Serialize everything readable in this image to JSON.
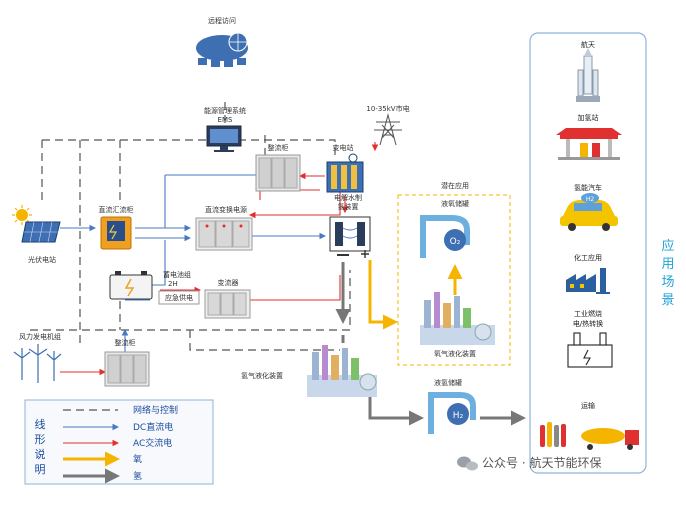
{
  "nodes": {
    "remote": "远程访问",
    "ems_line1": "能源管理系统",
    "ems_line2": "EMS",
    "rectifier_top": "整流柜",
    "substation": "变电站",
    "grid": "10-35kV市电",
    "pv": "光伏电站",
    "dc_combiner": "直流汇流柜",
    "dcdc": "直流变换电源",
    "electrolyzer_line1": "电解水制",
    "electrolyzer_line2": "氢装置",
    "battery_line1": "蓄电池组",
    "battery_line2": "2H",
    "emergency": "应急供电",
    "inverter": "变流器",
    "wind": "风力发电机组",
    "rectifier_bottom": "整流柜",
    "h2_liquefy": "氢气液化装置",
    "h2_tank": "液氢储罐",
    "potential_title": "潜在应用",
    "o2_tank": "液氧储罐",
    "o2_liquefy": "氧气液化装置",
    "o2_symbol": "O₂",
    "h2_symbol": "H₂"
  },
  "legend": {
    "side": [
      "线",
      "形",
      "说",
      "明"
    ],
    "items": [
      {
        "label": "网络与控制",
        "style": "dashed",
        "color": "#555555"
      },
      {
        "label": "DC直流电",
        "style": "thin",
        "color": "#4a78c4"
      },
      {
        "label": "AC交流电",
        "style": "thin",
        "color": "#e03030"
      },
      {
        "label": "氧",
        "style": "thick",
        "color": "#f5b400"
      },
      {
        "label": "氢",
        "style": "thick",
        "color": "#777777"
      }
    ]
  },
  "applications": {
    "title": [
      "应",
      "用",
      "场",
      "景"
    ],
    "items": [
      {
        "label": "航天",
        "icon": "rocket-icon"
      },
      {
        "label": "加氢站",
        "icon": "fuel-station-icon"
      },
      {
        "label": "氢能汽车",
        "icon": "hydrogen-car-icon"
      },
      {
        "label": "化工应用",
        "icon": "chemical-plant-icon"
      },
      {
        "label": "工业燃烧",
        "label2": "电/热转换",
        "icon": "industrial-burner-icon"
      },
      {
        "label": "运输",
        "icon": "transport-truck-icon"
      }
    ]
  },
  "watermark": "公众号 · 航天节能环保",
  "colors": {
    "network": "#555555",
    "dc": "#4a78c4",
    "ac": "#e03030",
    "oxygen": "#f5b400",
    "hydrogen": "#777777",
    "panel_border": "#8fb3d9"
  }
}
